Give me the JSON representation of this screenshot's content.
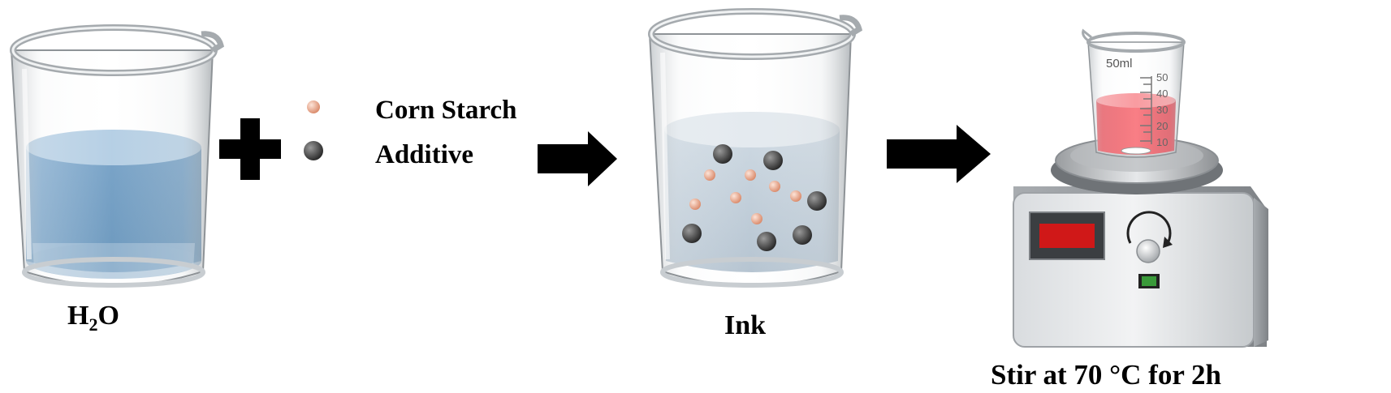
{
  "step1": {
    "label_main": "H",
    "label_sub": "2",
    "label_end": "O"
  },
  "legend": {
    "item1": "Corn Starch",
    "item2": "Additive"
  },
  "step2": {
    "label": "Ink"
  },
  "step3": {
    "label": "Stir at 70 °C for 2h",
    "beaker_volume": "50ml",
    "scale": [
      "50",
      "40",
      "30",
      "20",
      "10"
    ]
  },
  "colors": {
    "water": "#5b8db8",
    "starch": "#e8a48a",
    "additive": "#4a4a4a",
    "red_liquid": "#ee3a45",
    "display": "#d01818",
    "switch": "#3a9a3a"
  }
}
